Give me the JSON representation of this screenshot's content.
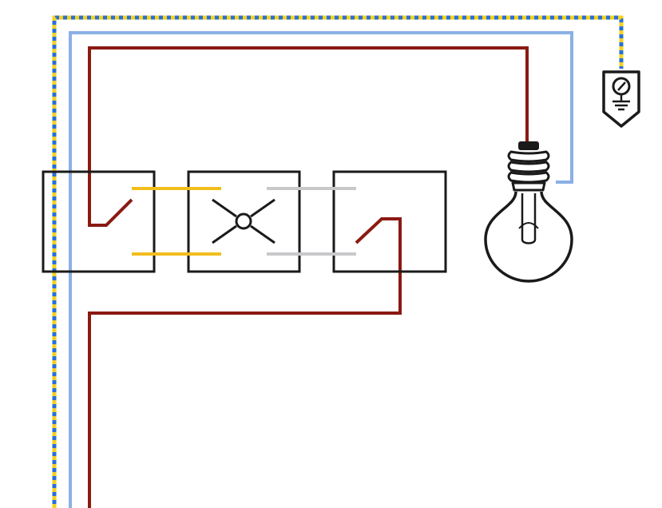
{
  "diagram": {
    "components": [
      {
        "id": "switch-left",
        "type": "two-way switch"
      },
      {
        "id": "switch-middle",
        "type": "intermediate (crossover) switch"
      },
      {
        "id": "switch-right",
        "type": "two-way switch"
      },
      {
        "id": "lamp",
        "type": "incandescent bulb",
        "icon": "light-bulb-icon"
      },
      {
        "id": "earth",
        "type": "earth terminal",
        "icon": "earth-ground-icon"
      }
    ],
    "wires": [
      {
        "id": "earth-wire",
        "role": "protective earth",
        "color": "#f2d21b",
        "accent_color": "#2a6fd6",
        "style": "dashed"
      },
      {
        "id": "neutral-wire",
        "role": "neutral",
        "color": "#8ab0e6"
      },
      {
        "id": "live-wire-in",
        "role": "phase",
        "color": "#8a1a12"
      },
      {
        "id": "switched-live",
        "role": "return to lamp",
        "color": "#8a1a12"
      },
      {
        "id": "traveller-pair-left",
        "role": "travellers",
        "color": "#f2bd1c"
      },
      {
        "id": "traveller-pair-right",
        "role": "travellers",
        "color": "#c9c9cc"
      }
    ],
    "colors": {
      "outline": "#1a1a1a",
      "background": "#ffffff"
    }
  }
}
